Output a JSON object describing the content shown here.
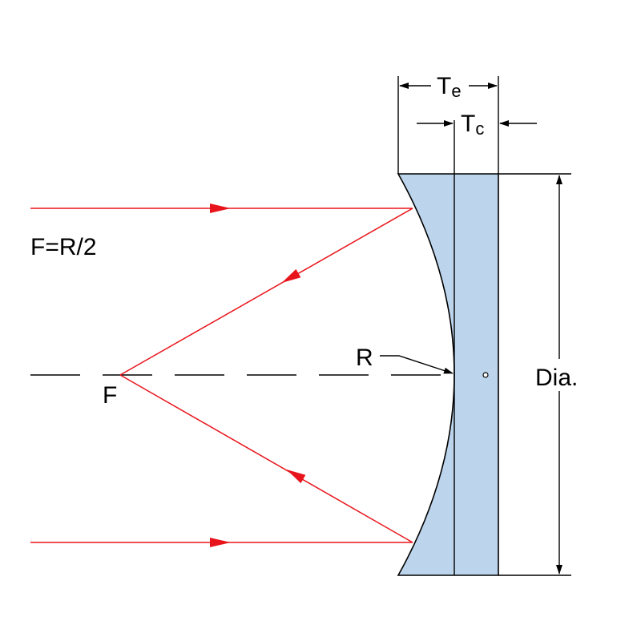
{
  "labels": {
    "focal_formula": "F=R/2",
    "focal_point": "F",
    "radius": "R",
    "diameter": "Dia.",
    "edge_thickness_main": "T",
    "edge_thickness_sub": "e",
    "center_thickness_main": "T",
    "center_thickness_sub": "c"
  },
  "colors": {
    "lens_fill": "#bcd4ec",
    "ray": "#e8141b",
    "line": "#000000"
  }
}
